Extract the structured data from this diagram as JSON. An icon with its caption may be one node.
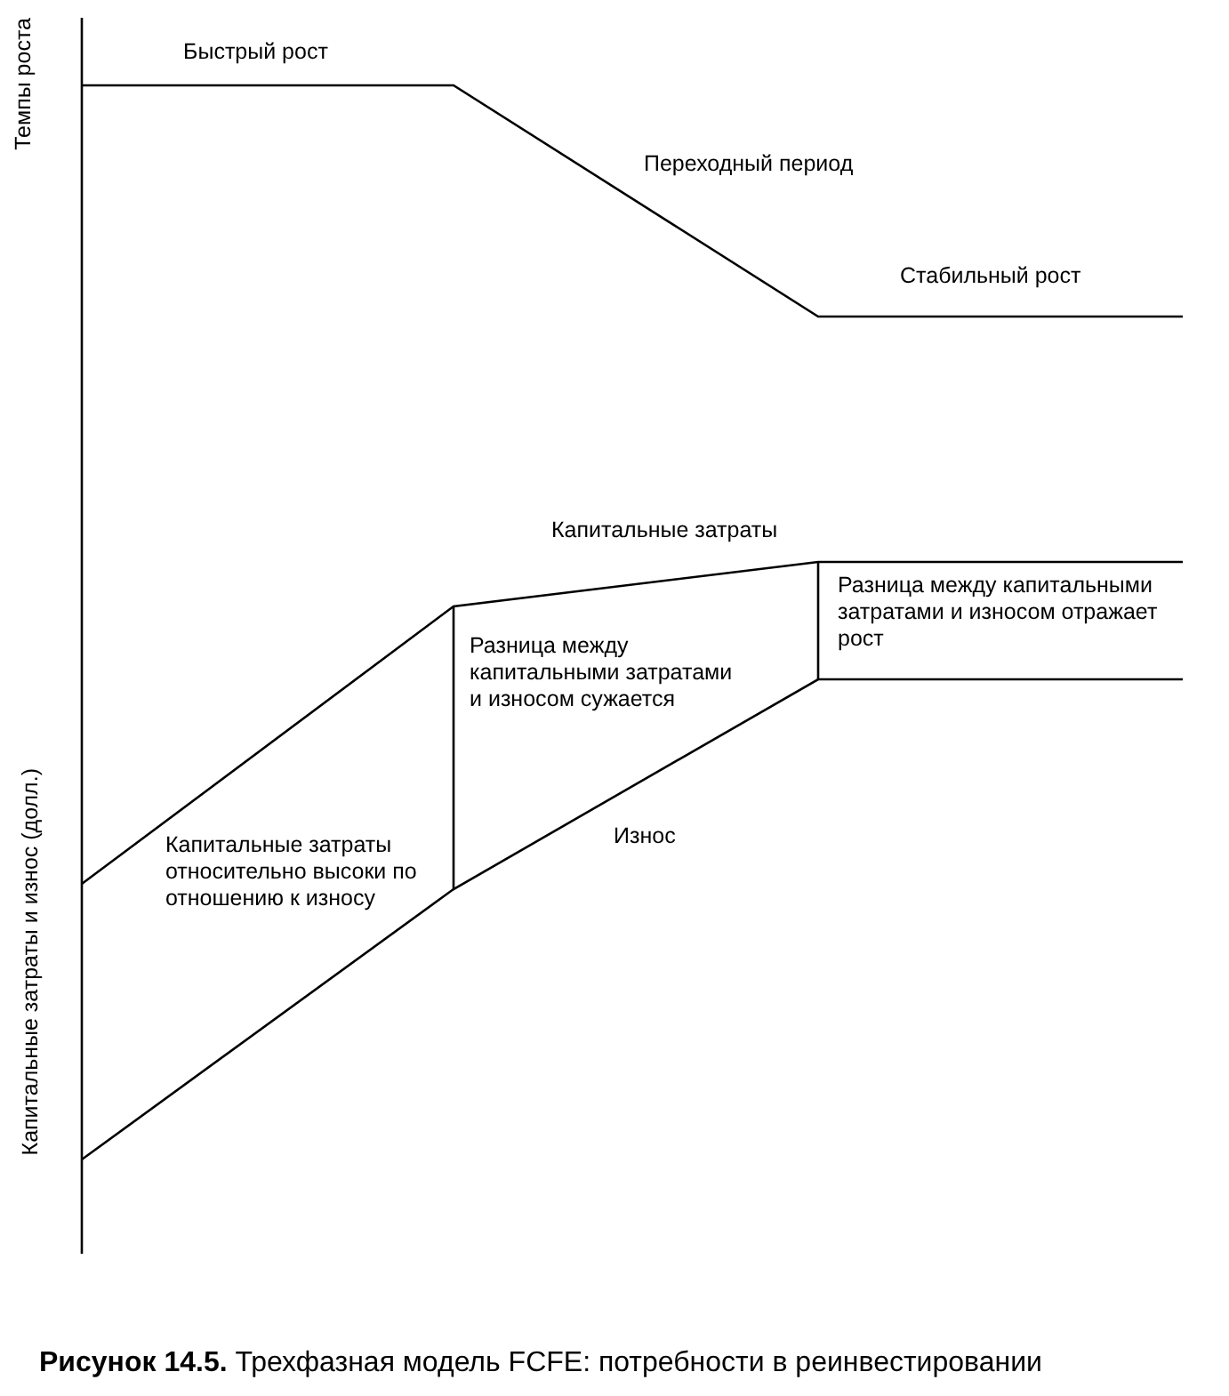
{
  "diagram": {
    "caption": "**Рисунок 14.5.** Трехфазная модель FCFE: потребности в реинвестировании",
    "labels": [
      "Темпы роста",
      "Быстрый рост",
      "Переходный период",
      "Стабильный рост",
      "Капитальные затраты",
      "Разница между капитальными затратами и износом сужается",
      "Разница между капитальными затратами и износом отражает рост",
      "Капитальные затраты относительно высоки по отношению к износу",
      "Износ",
      "Капитальные затраты и износ (долл.)"
    ]
  }
}
